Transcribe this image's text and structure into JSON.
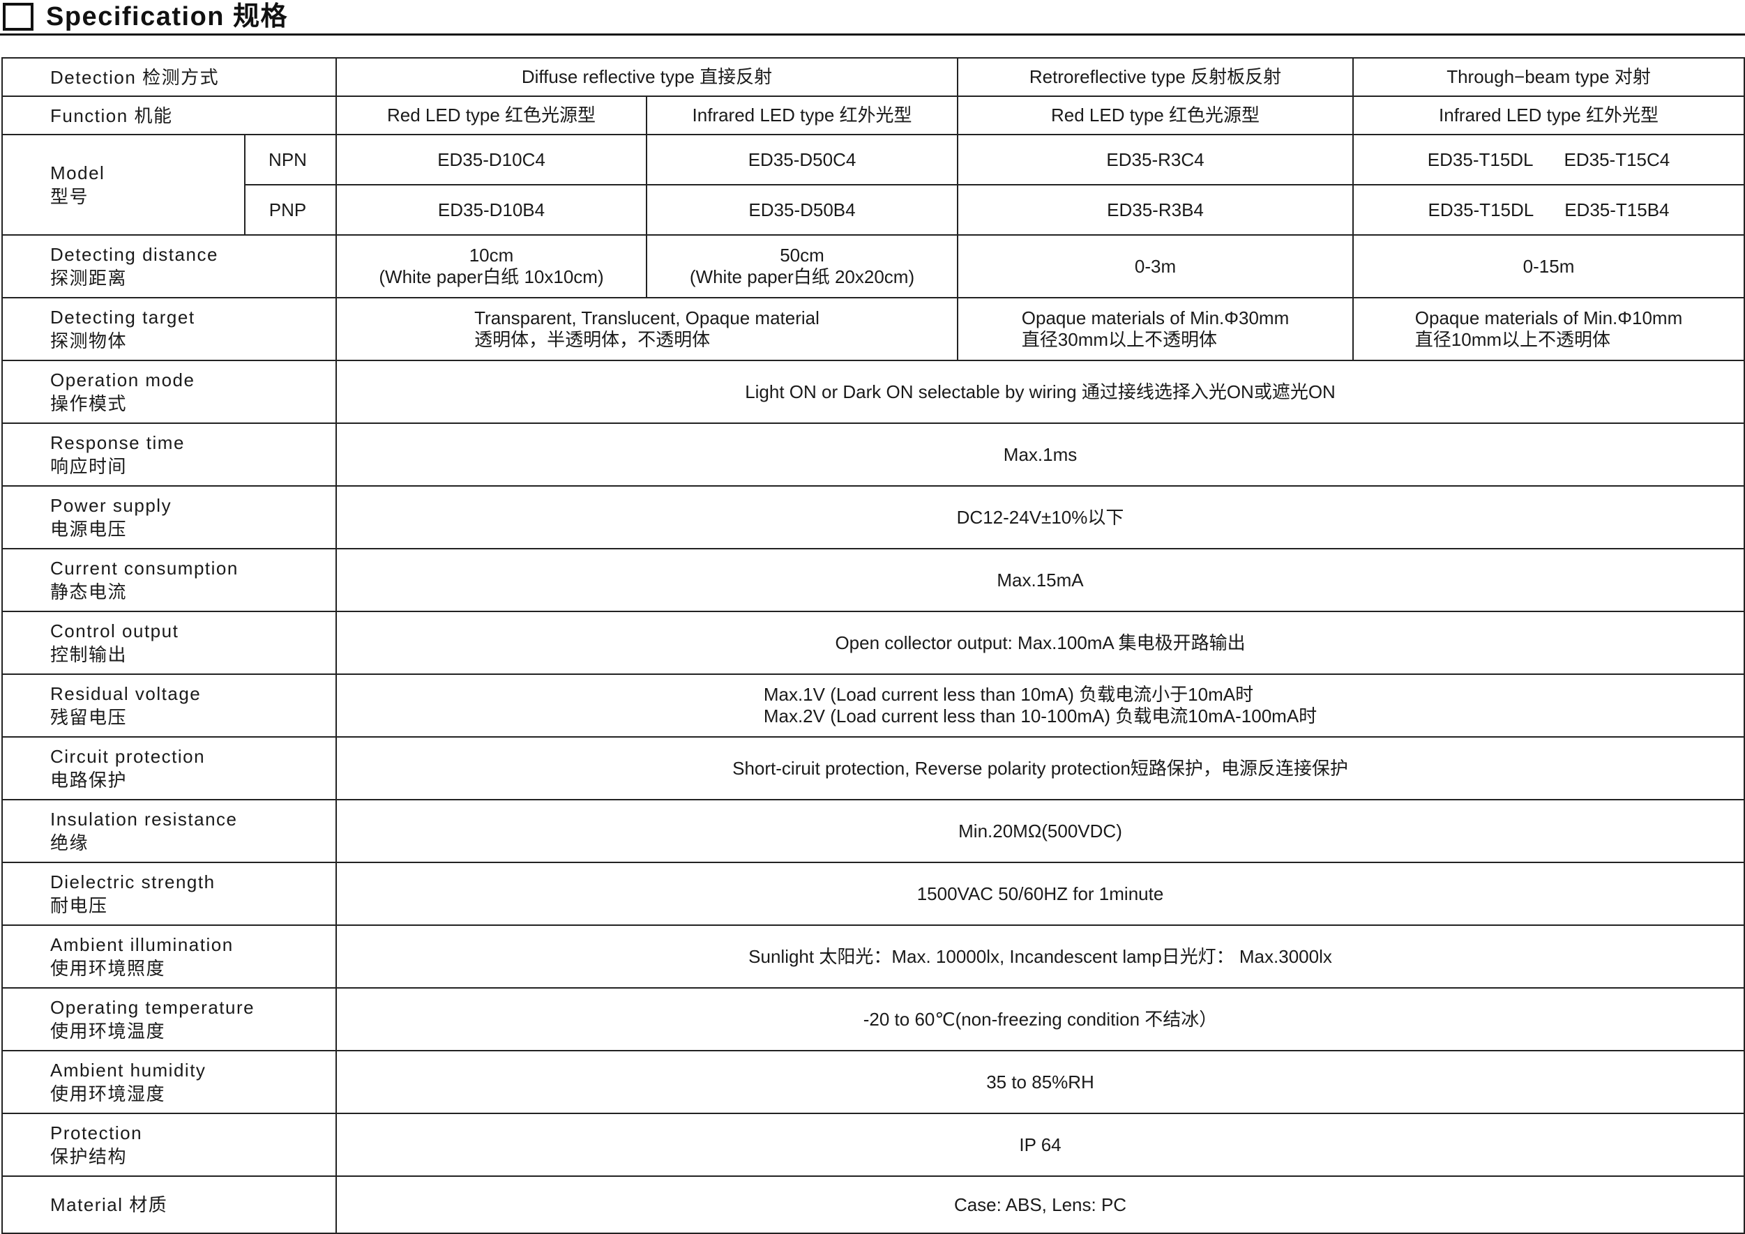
{
  "title": "Specification 规格",
  "header": {
    "detection_label": "Detection 检测方式",
    "function_label": "Function 机能",
    "diffuse": "Diffuse reflective type  直接反射",
    "retro": "Retroreflective type  反射板反射",
    "through": "Through−beam type  对射",
    "func_red_1": "Red LED type 红色光源型",
    "func_ir_1": "Infrared LED type 红外光型",
    "func_red_2": "Red LED type 红色光源型",
    "func_ir_2": "Infrared LED type 红外光型"
  },
  "model": {
    "label_en": "Model",
    "label_zh": "型号",
    "npn_label": "NPN",
    "pnp_label": "PNP",
    "npn": [
      "ED35-D10C4",
      "ED35-D50C4",
      "ED35-R3C4",
      "ED35-T15DL",
      "ED35-T15C4"
    ],
    "pnp": [
      "ED35-D10B4",
      "ED35-D50B4",
      "ED35-R3B4",
      "ED35-T15DL",
      "ED35-T15B4"
    ]
  },
  "distance": {
    "label_en": "Detecting distance",
    "label_zh": "探测距离",
    "d10_line1": "10cm",
    "d10_line2": "(White paper白纸 10x10cm)",
    "d50_line1": "50cm",
    "d50_line2": "(White paper白纸 20x20cm)",
    "retro": "0-3m",
    "through": "0-15m"
  },
  "target": {
    "label_en": "Detecting target",
    "label_zh": "探测物体",
    "diffuse_line1": "Transparent, Translucent, Opaque material",
    "diffuse_line2": "透明体，半透明体，不透明体",
    "retro_line1": "Opaque materials of Min.Φ30mm",
    "retro_line2": "直径30mm以上不透明体",
    "through_line1": "Opaque materials of Min.Φ10mm",
    "through_line2": "直径10mm以上不透明体"
  },
  "rows": [
    {
      "en": "Operation mode",
      "zh": "操作模式",
      "value": "Light ON or Dark ON selectable by wiring  通过接线选择入光ON或遮光ON"
    },
    {
      "en": "Response time",
      "zh": "响应时间",
      "value": "Max.1ms"
    },
    {
      "en": "Power supply",
      "zh": "电源电压",
      "value": "DC12-24V±10%以下"
    },
    {
      "en": "Current consumption",
      "zh": "静态电流",
      "value": "Max.15mA"
    },
    {
      "en": "Control output",
      "zh": "控制输出",
      "value": "Open collector output: Max.100mA  集电极开路输出"
    },
    {
      "en": "Residual voltage",
      "zh": "残留电压",
      "value": "Max.1V  (Load current less than 10mA)  负载电流小于10mA时",
      "value2": "Max.2V  (Load current less than 10-100mA)  负载电流10mA-100mA时"
    },
    {
      "en": "Circuit protection",
      "zh": "电路保护",
      "value": "Short-ciruit protection, Reverse polarity protection短路保护，电源反连接保护"
    },
    {
      "en": "Insulation resistance",
      "zh": "绝缘",
      "value": "Min.20MΩ(500VDC)"
    },
    {
      "en": "Dielectric strength",
      "zh": "耐电压",
      "value": "1500VAC 50/60HZ for 1minute"
    },
    {
      "en": "Ambient illumination",
      "zh": "使用环境照度",
      "value": "Sunlight 太阳光：Max. 10000lx, Incandescent  lamp日光灯：  Max.3000lx"
    },
    {
      "en": "Operating temperature",
      "zh": "使用环境温度",
      "value": "-20 to 60℃(non-freezing condition 不结冰）"
    },
    {
      "en": "Ambient humidity",
      "zh": "使用环境湿度",
      "value": "35 to 85%RH"
    },
    {
      "en": "Protection",
      "zh": "保护结构",
      "value": "IP 64"
    },
    {
      "en": "Material",
      "zh": "材质",
      "value": "Case: ABS, Lens: PC"
    }
  ]
}
